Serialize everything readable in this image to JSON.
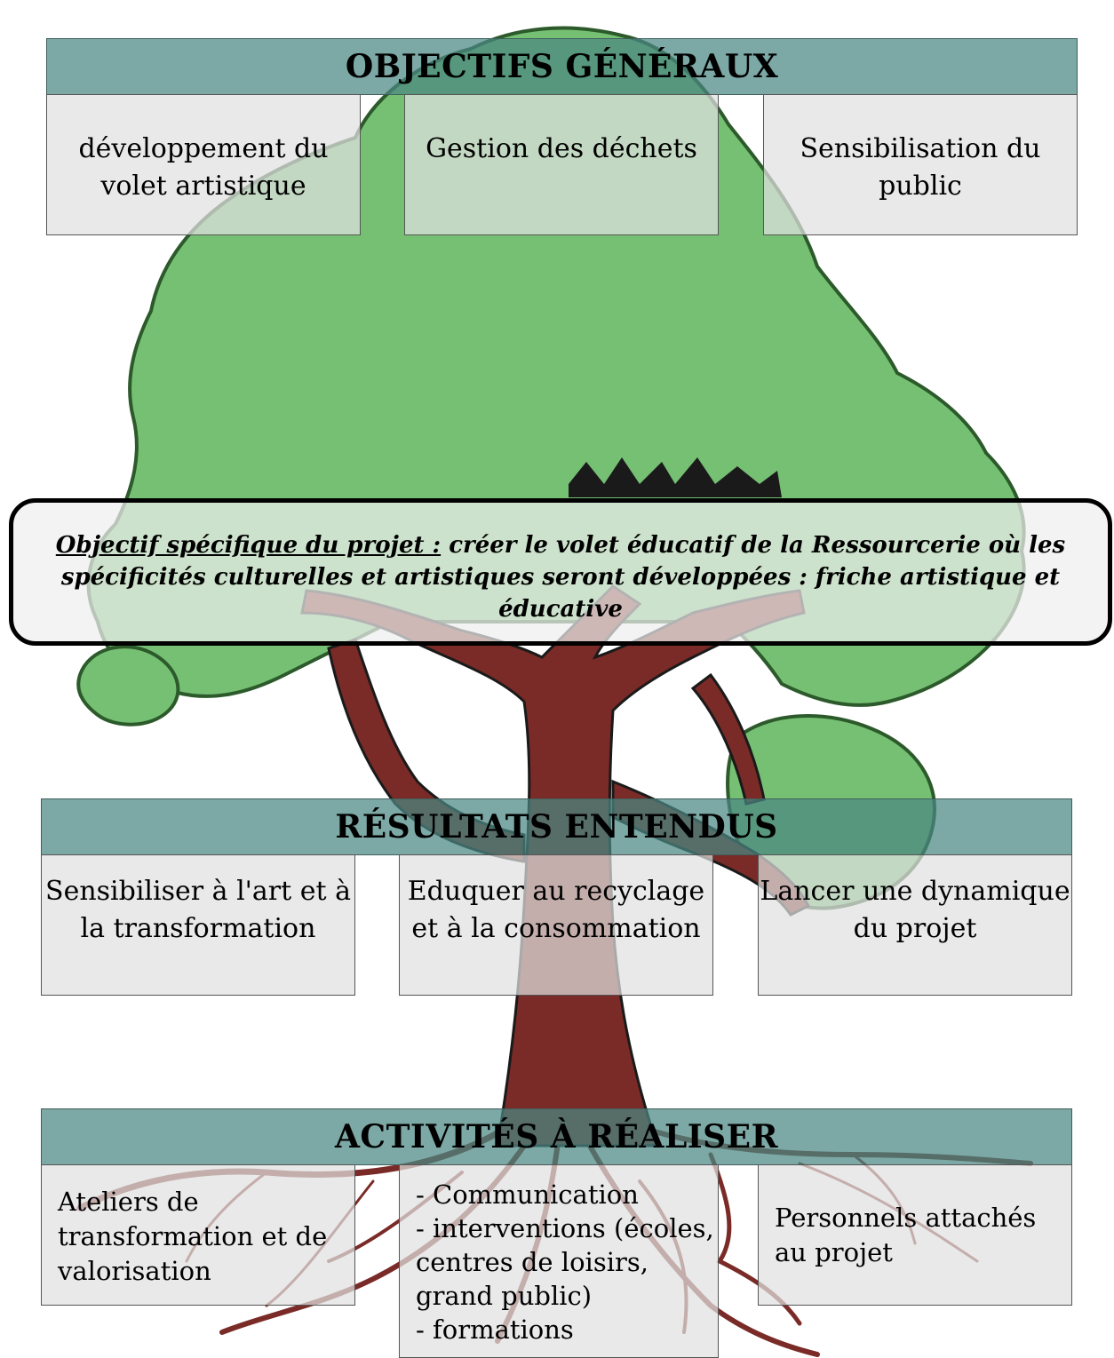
{
  "colors": {
    "foliage": "#76c074",
    "foliage_outline": "#2c5a2b",
    "trunk": "#7a2b27",
    "header_band": "#4a8682",
    "box_fill": "#e1e1e1"
  },
  "general_objectives": {
    "title": "OBJECTIFS GÉNÉRAUX",
    "items": [
      "développement du volet artistique",
      "Gestion des déchets",
      "Sensibilisation du public"
    ]
  },
  "specific_objective": {
    "lead": "Objectif spécifique du projet :",
    "text": " créer le volet éducatif de la Ressourcerie où les spécificités culturelles et artistiques seront développées : friche artistique et éducative"
  },
  "expected_results": {
    "title": "RÉSULTATS ENTENDUS",
    "items": [
      "Sensibiliser à l'art et à la transformation",
      "Eduquer au recyclage et à la consommation",
      "Lancer une dynamique du projet"
    ]
  },
  "activities": {
    "title": "ACTIVITÉS À RÉALISER",
    "items": [
      "Ateliers de transformation et de valorisation",
      "- Communication\n- interventions (écoles, centres de loisirs, grand public)\n- formations",
      "Personnels attachés au projet"
    ]
  }
}
